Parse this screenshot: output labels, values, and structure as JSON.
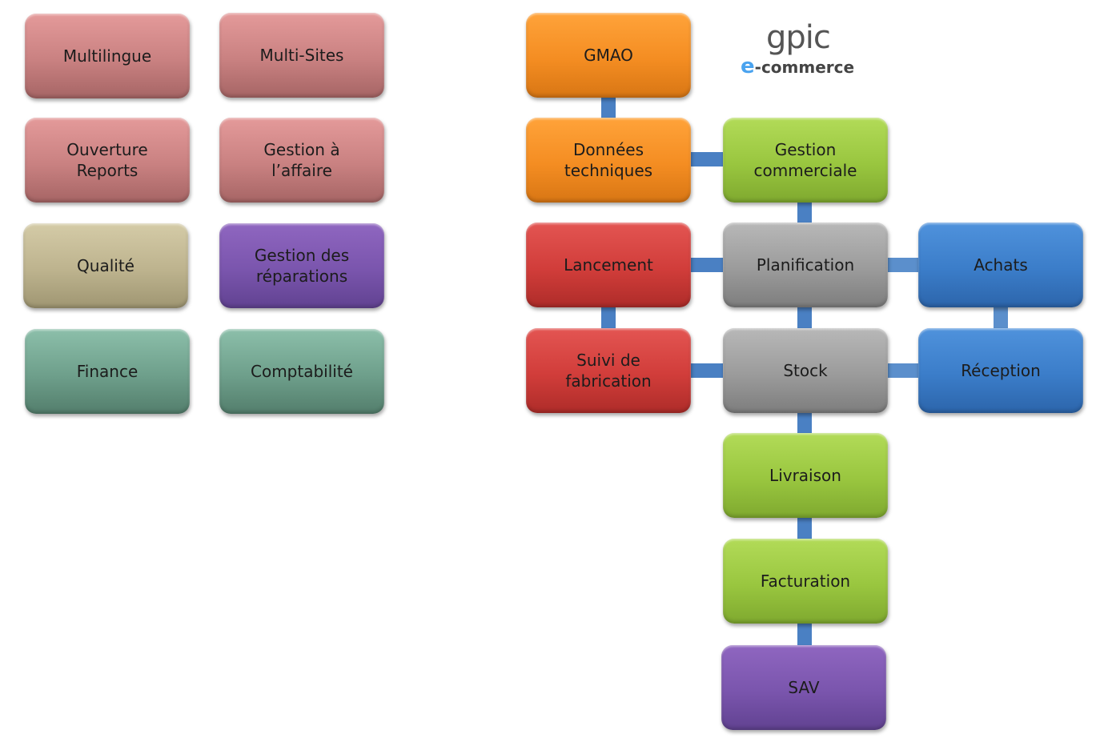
{
  "logo": {
    "main": "gpic",
    "prefix": "e",
    "suffix": "-commerce"
  },
  "modules_left": [
    {
      "label": "Multilingue",
      "color": "#c98181"
    },
    {
      "label": "Multi-Sites",
      "color": "#c98181"
    },
    {
      "label": "Ouverture\nReports",
      "color": "#c98181"
    },
    {
      "label": "Gestion à\nl’affaire",
      "color": "#c98181"
    },
    {
      "label": "Qualité",
      "color": "#bdb38e"
    },
    {
      "label": "Gestion des\nréparations",
      "color": "#7a55ad"
    },
    {
      "label": "Finance",
      "color": "#6e9f8b"
    },
    {
      "label": "Comptabilité",
      "color": "#6e9f8b"
    }
  ],
  "flow": {
    "gmao": "GMAO",
    "donnees_techniques": "Données\ntechniques",
    "gestion_commerciale": "Gestion\ncommerciale",
    "lancement": "Lancement",
    "planification": "Planification",
    "achats": "Achats",
    "suivi_fabrication": "Suivi de\nfabrication",
    "stock": "Stock",
    "reception": "Réception",
    "livraison": "Livraison",
    "facturation": "Facturation",
    "sav": "SAV"
  },
  "connections": [
    [
      "GMAO",
      "Données techniques"
    ],
    [
      "Données techniques",
      "Gestion commerciale"
    ],
    [
      "Gestion commerciale",
      "Planification"
    ],
    [
      "Lancement",
      "Planification"
    ],
    [
      "Planification",
      "Achats"
    ],
    [
      "Lancement",
      "Suivi de fabrication"
    ],
    [
      "Planification",
      "Stock"
    ],
    [
      "Achats",
      "Réception"
    ],
    [
      "Suivi de fabrication",
      "Stock"
    ],
    [
      "Stock",
      "Réception"
    ],
    [
      "Stock",
      "Livraison"
    ],
    [
      "Livraison",
      "Facturation"
    ],
    [
      "Facturation",
      "SAV"
    ]
  ],
  "colors": {
    "connector": "#4a80c3",
    "orange": "#f48d22",
    "green": "#99c63f",
    "red": "#d13d3a",
    "grey": "#9b9b9b",
    "blue": "#3b7dc9",
    "purple": "#7a55ad"
  }
}
